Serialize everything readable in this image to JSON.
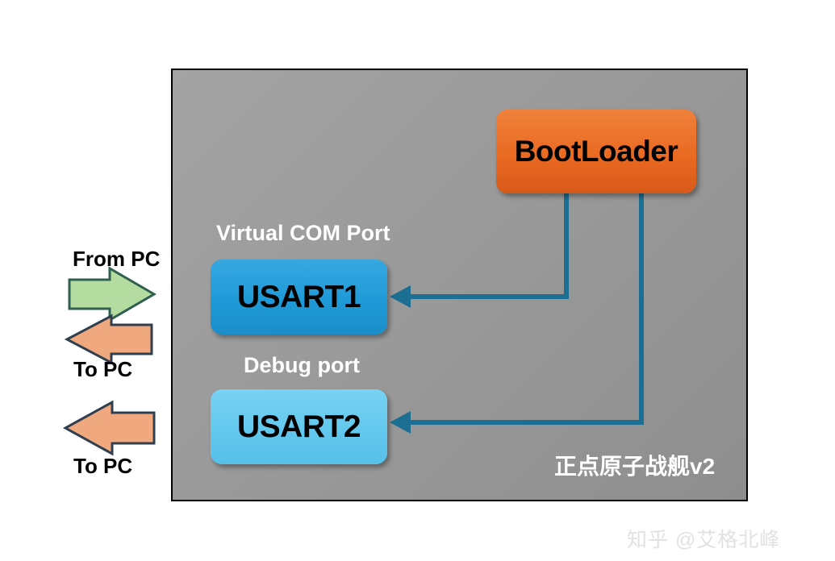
{
  "diagram": {
    "board": {
      "name_label": "正点原子战舰v2",
      "background_color": "#9a9a9a",
      "border_color": "#000000"
    },
    "nodes": [
      {
        "id": "bootloader",
        "label": "BootLoader",
        "color": "#ea6a22",
        "shape": "rounded-rectangle"
      },
      {
        "id": "usart1",
        "label": "USART1",
        "color": "#1f9ad8",
        "shape": "rounded-rectangle"
      },
      {
        "id": "usart2",
        "label": "USART2",
        "color": "#63c8ee",
        "shape": "rounded-rectangle"
      }
    ],
    "annotations": {
      "virtual_com_port": "Virtual COM Port",
      "debug_port": "Debug port"
    },
    "connectors": [
      {
        "from": "bootloader",
        "to": "usart1",
        "style": "elbow",
        "color": "#1c6e92",
        "arrow": "left"
      },
      {
        "from": "bootloader",
        "to": "usart2",
        "style": "elbow",
        "color": "#1c6e92",
        "arrow": "left"
      }
    ],
    "pc_arrows": [
      {
        "id": "from-pc",
        "label": "From PC",
        "direction": "right",
        "fill": "#b5dca0",
        "stroke": "#2f4f4f"
      },
      {
        "id": "to-pc-1",
        "label": "To PC",
        "direction": "left",
        "fill": "#f0a97e",
        "stroke": "#2f3f4f"
      },
      {
        "id": "to-pc-2",
        "label": "To PC",
        "direction": "left",
        "fill": "#f0a97e",
        "stroke": "#2f3f4f"
      }
    ]
  },
  "watermark": {
    "text": "知乎 @艾格北峰"
  }
}
